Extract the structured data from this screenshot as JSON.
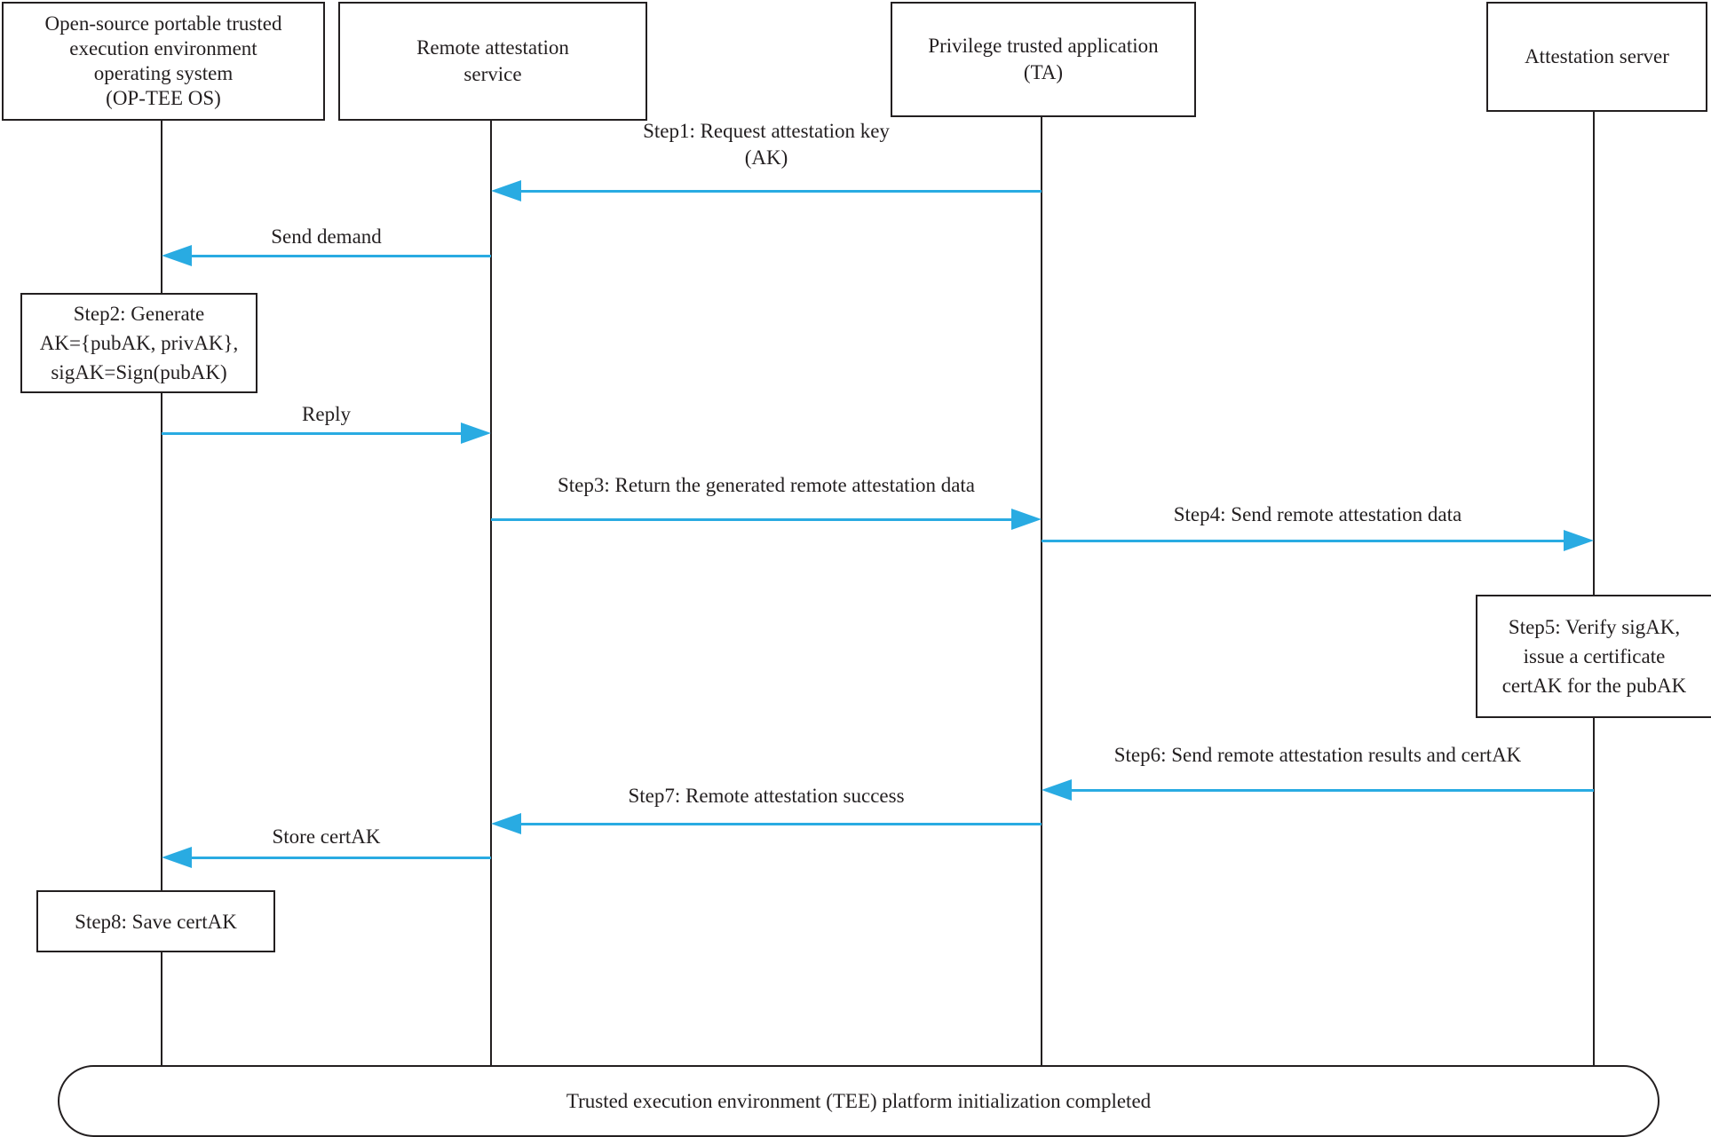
{
  "actors": [
    {
      "id": "optee-os",
      "lines": [
        "Open-source portable trusted",
        "execution environment",
        "operating system",
        "(OP-TEE OS)"
      ]
    },
    {
      "id": "remote-attestation-service",
      "lines": [
        "Remote attestation",
        "service"
      ]
    },
    {
      "id": "privilege-trusted-application",
      "lines": [
        "Privilege trusted application",
        "(TA)"
      ]
    },
    {
      "id": "attestation-server",
      "lines": [
        "Attestation server"
      ]
    }
  ],
  "messages": [
    {
      "id": "step1",
      "lines": [
        "Step1: Request attestation key",
        "(AK)"
      ]
    },
    {
      "id": "send-demand",
      "lines": [
        "Send demand"
      ]
    },
    {
      "id": "reply",
      "lines": [
        "Reply"
      ]
    },
    {
      "id": "step3",
      "lines": [
        "Step3: Return the generated remote attestation data"
      ]
    },
    {
      "id": "step4",
      "lines": [
        "Step4: Send remote attestation data"
      ]
    },
    {
      "id": "step6",
      "lines": [
        "Step6: Send remote attestation results and certAK"
      ]
    },
    {
      "id": "step7",
      "lines": [
        "Step7: Remote attestation success"
      ]
    },
    {
      "id": "store-certak",
      "lines": [
        "Store certAK"
      ]
    }
  ],
  "notes": [
    {
      "id": "step2",
      "lines": [
        "Step2: Generate",
        "AK={pubAK, privAK},",
        "sigAK=Sign(pubAK)"
      ]
    },
    {
      "id": "step5",
      "lines": [
        "Step5: Verify sigAK,",
        "issue a certificate",
        "certAK for the pubAK"
      ]
    },
    {
      "id": "step8",
      "lines": [
        "Step8: Save certAK"
      ]
    }
  ],
  "footer": {
    "label": "Trusted execution environment (TEE) platform initialization completed"
  },
  "colors": {
    "arrow": "#29ABE2",
    "line": "#231F20"
  }
}
